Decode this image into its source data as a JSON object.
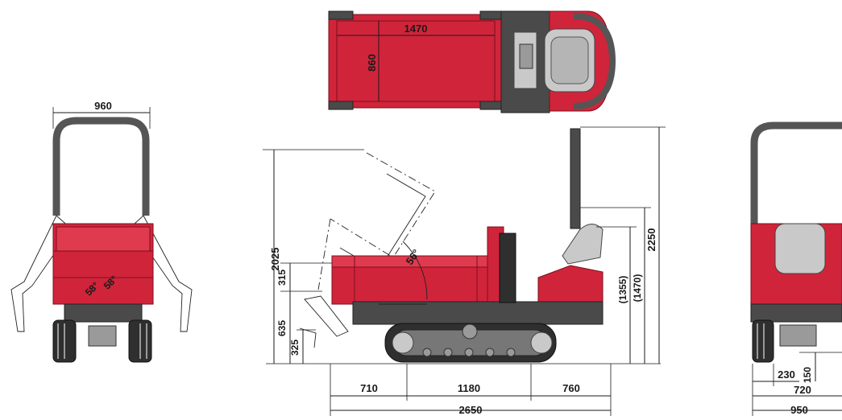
{
  "diagram": {
    "dimensions": {
      "front_width": "960",
      "front_angle_left": "58°",
      "front_angle_right": "58°",
      "top_length": "1470",
      "top_width": "860",
      "side_height_raised": "2025",
      "side_bed_height": "315",
      "side_lip_height": "635",
      "side_ground_clear": "325",
      "side_dump_angle": "56°",
      "side_seat_height": "(1355)",
      "side_seat_height2": "(1470)",
      "side_total_height": "2250",
      "side_front_overhang": "710",
      "side_track_length": "1180",
      "side_rear_overhang": "760",
      "side_total_length": "2650",
      "rear_track_width": "230",
      "rear_ground_clear": "150",
      "rear_tread": "720",
      "rear_width": "950"
    },
    "colors": {
      "body": "#d0243a",
      "frame": "#4a4a4a",
      "track": "#2f2f2f"
    }
  }
}
